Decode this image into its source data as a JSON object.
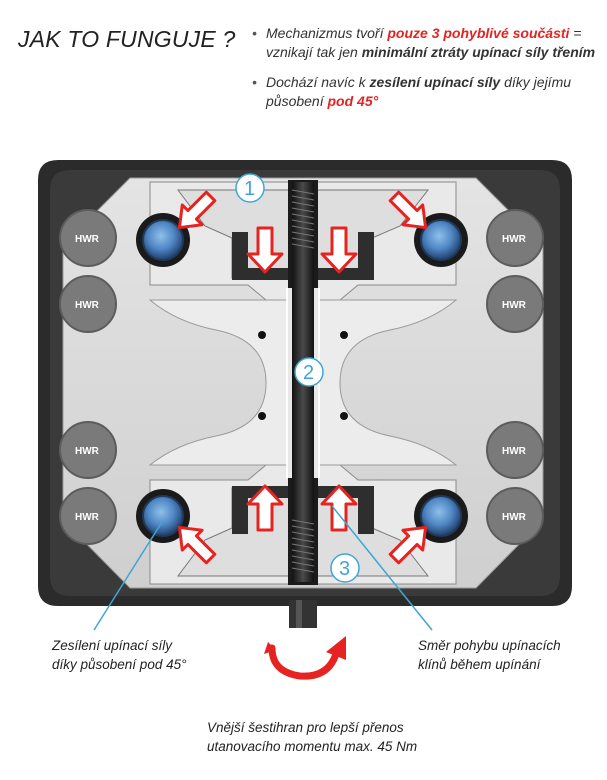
{
  "title": "JAK TO FUNGUJE ?",
  "bullets": [
    {
      "p1": "Mechanizmus tvoří ",
      "p2": "pouze 3 pohyblivé součásti",
      "p3": " = vznikají tak jen ",
      "p4": "minimální ztráty upínací síly třením",
      "p5": ""
    },
    {
      "p1": "Dochází navíc k ",
      "p2": "zesílení upínací síly",
      "p3": " díky jejímu působení ",
      "p4": "pod 45°",
      "p5": ""
    }
  ],
  "badge_text": "HWR",
  "numbers": [
    "1",
    "2",
    "3"
  ],
  "labels": {
    "left_line1": "Zesílení upínací síly",
    "left_line2": "díky působení pod 45°",
    "right_line1": "Směr pohybu upínacích",
    "right_line2": "klínů během upínání",
    "bottom_line1": "Vnější šestihran pro lepší přenos",
    "bottom_line2": "utanovacího momentu max. 45 Nm"
  },
  "colors": {
    "accent_red": "#e52421",
    "callout_blue": "#3fa6d3",
    "frame_dark": "#2b2b2b",
    "plate": "#d8d8d8",
    "badge_gray": "#7a7a7a",
    "bolt_blue": "#5b8fc7"
  },
  "icons": [
    "rotate-arrow-icon"
  ]
}
